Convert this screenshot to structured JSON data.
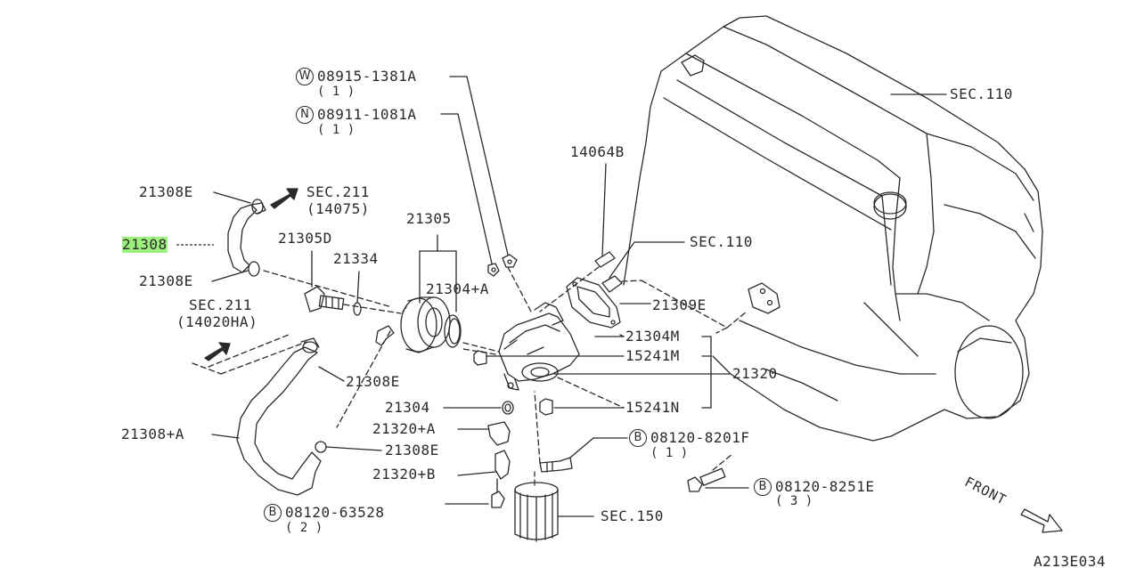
{
  "diagram": {
    "code": "A213E034",
    "front_label": "FRONT",
    "colors": {
      "line": "#2a2a2a",
      "highlight": "#9cf07c",
      "background": "#ffffff"
    },
    "callouts": [
      {
        "id": "c1",
        "prefix": "W",
        "text": "08915-1381A",
        "qty": "( 1 )"
      },
      {
        "id": "c2",
        "prefix": "N",
        "text": "08911-1081A",
        "qty": "( 1 )"
      },
      {
        "id": "c3",
        "text": "SEC.110"
      },
      {
        "id": "c4",
        "text": "14064B"
      },
      {
        "id": "c5",
        "text": "21308E"
      },
      {
        "id": "c6",
        "text": "SEC.211",
        "qty": "(14075)"
      },
      {
        "id": "c7",
        "text": "21305"
      },
      {
        "id": "c8",
        "text": "21308",
        "highlighted": true
      },
      {
        "id": "c9",
        "text": "21305D"
      },
      {
        "id": "c10",
        "text": "21334"
      },
      {
        "id": "c11",
        "text": "SEC.110"
      },
      {
        "id": "c12",
        "text": "21308E"
      },
      {
        "id": "c13",
        "text": "21304+A"
      },
      {
        "id": "c14",
        "text": "SEC.211",
        "qty": "(14020HA)"
      },
      {
        "id": "c15",
        "text": "21309E"
      },
      {
        "id": "c16",
        "text": "21304M"
      },
      {
        "id": "c17",
        "text": "15241M"
      },
      {
        "id": "c18",
        "text": "21320"
      },
      {
        "id": "c19",
        "text": "21308E"
      },
      {
        "id": "c20",
        "text": "21304"
      },
      {
        "id": "c21",
        "text": "15241N"
      },
      {
        "id": "c22",
        "text": "21320+A"
      },
      {
        "id": "c23",
        "text": "21308+A"
      },
      {
        "id": "c24",
        "prefix": "B",
        "text": "08120-8201F",
        "qty": "( 1 )"
      },
      {
        "id": "c25",
        "text": "21308E"
      },
      {
        "id": "c26",
        "text": "21320+B"
      },
      {
        "id": "c27",
        "prefix": "B",
        "text": "08120-8251E",
        "qty": "( 3 )"
      },
      {
        "id": "c28",
        "prefix": "B",
        "text": "08120-63528",
        "qty": "( 2 )"
      },
      {
        "id": "c29",
        "text": "SEC.150"
      }
    ]
  }
}
